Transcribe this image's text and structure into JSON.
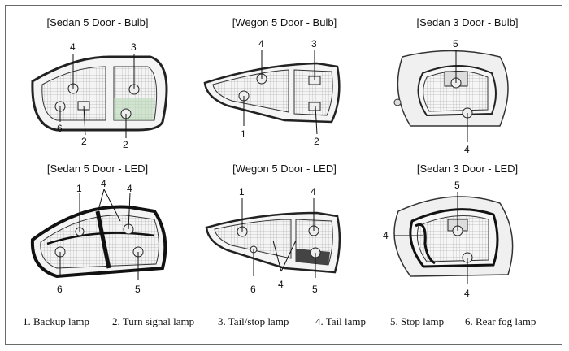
{
  "panels": [
    {
      "title": "[Sedan 5 Door - Bulb]",
      "labels": [
        "4",
        "3",
        "6",
        "2",
        "2"
      ]
    },
    {
      "title": "[Wegon 5 Door - Bulb]",
      "labels": [
        "4",
        "3",
        "1",
        "2"
      ]
    },
    {
      "title": "[Sedan 3 Door - Bulb]",
      "labels": [
        "5",
        "4"
      ]
    },
    {
      "title": "[Sedan 5 Door - LED]",
      "labels": [
        "1",
        "4",
        "4",
        "6",
        "5"
      ]
    },
    {
      "title": "[Wegon 5 Door - LED]",
      "labels": [
        "1",
        "4",
        "6",
        "4",
        "5"
      ]
    },
    {
      "title": "[Sedan 3 Door - LED]",
      "labels": [
        "5",
        "4",
        "4"
      ]
    }
  ],
  "legend": [
    "1. Backup lamp",
    "2. Turn signal lamp",
    "3. Tail/stop lamp",
    "4. Tail lamp",
    "5. Stop lamp",
    "6. Rear fog lamp"
  ]
}
